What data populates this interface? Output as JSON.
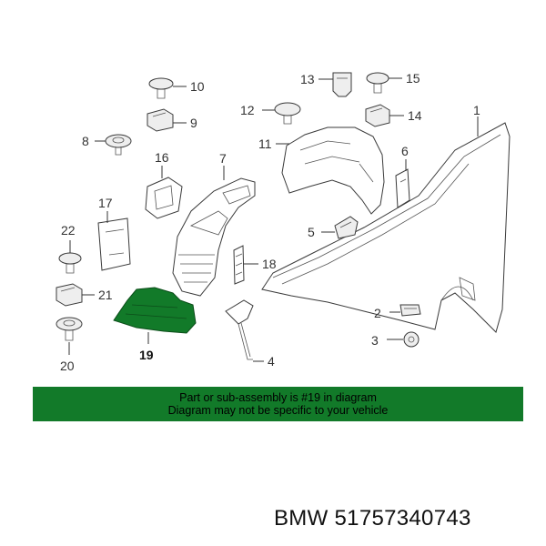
{
  "callouts": {
    "c1": "1",
    "c2": "2",
    "c3": "3",
    "c4": "4",
    "c5": "5",
    "c6": "6",
    "c7": "7",
    "c8": "8",
    "c9": "9",
    "c10": "10",
    "c11": "11",
    "c12": "12",
    "c13": "13",
    "c14": "14",
    "c15": "15",
    "c16": "16",
    "c17": "17",
    "c18": "18",
    "c19": "19",
    "c20": "20",
    "c21": "21",
    "c22": "22"
  },
  "highlighted_part": "19",
  "highlight_color": "#127a29",
  "notice": {
    "line1": "Part or sub-assembly is #19 in diagram",
    "line2": "Diagram may not be specific to your vehicle"
  },
  "caption": "BMW 51757340743"
}
